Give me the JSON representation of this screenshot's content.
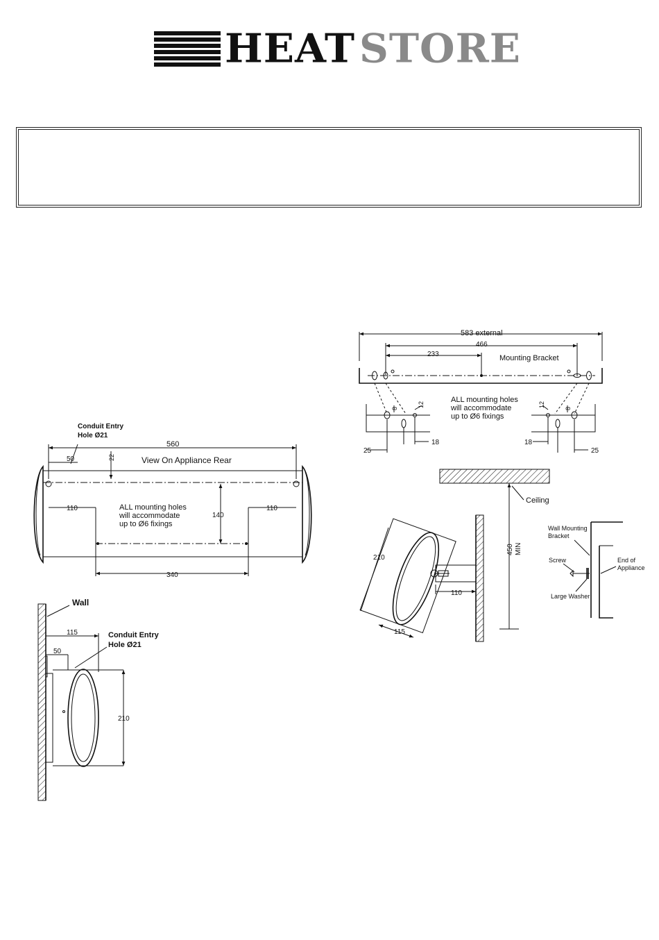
{
  "brand": {
    "heat": "HEAT",
    "store": "STORE"
  },
  "rear_view": {
    "conduit_label_1": "Conduit Entry",
    "conduit_label_2": "Hole Ø21",
    "dim_overall": "560",
    "dim_offset": "50",
    "dim_top": "22",
    "title": "View On Appliance Rear",
    "dim_left": "110",
    "dim_right": "110",
    "dim_height": "140",
    "dim_bottom": "340",
    "note_1": "ALL mounting holes",
    "note_2": "will accommodate",
    "note_3": "up to Ø6 fixings"
  },
  "side_view": {
    "wall_label": "Wall",
    "dim_depth": "115",
    "dim_offset": "50",
    "dim_height": "210",
    "conduit_label_1": "Conduit Entry",
    "conduit_label_2": "Hole Ø21"
  },
  "bracket": {
    "dim_external": "583 external",
    "dim_466": "466",
    "dim_233": "233",
    "title": "Mounting Bracket",
    "note_1": "ALL mounting holes",
    "note_2": "will accommodate",
    "note_3": "up to Ø6 fixings",
    "dim_8": "8",
    "dim_12": "12",
    "dim_18": "18",
    "dim_25": "25"
  },
  "ceiling_view": {
    "ceiling_label": "Ceiling",
    "dim_450": "450",
    "dim_min": "MIN",
    "dim_210": "210",
    "dim_110": "110",
    "dim_115": "115"
  },
  "detail": {
    "bracket_label_1": "Wall Mounting",
    "bracket_label_2": "Bracket",
    "screw_label": "Screw",
    "end_label_1": "End of",
    "end_label_2": "Appliance",
    "washer_label": "Large Washer"
  }
}
